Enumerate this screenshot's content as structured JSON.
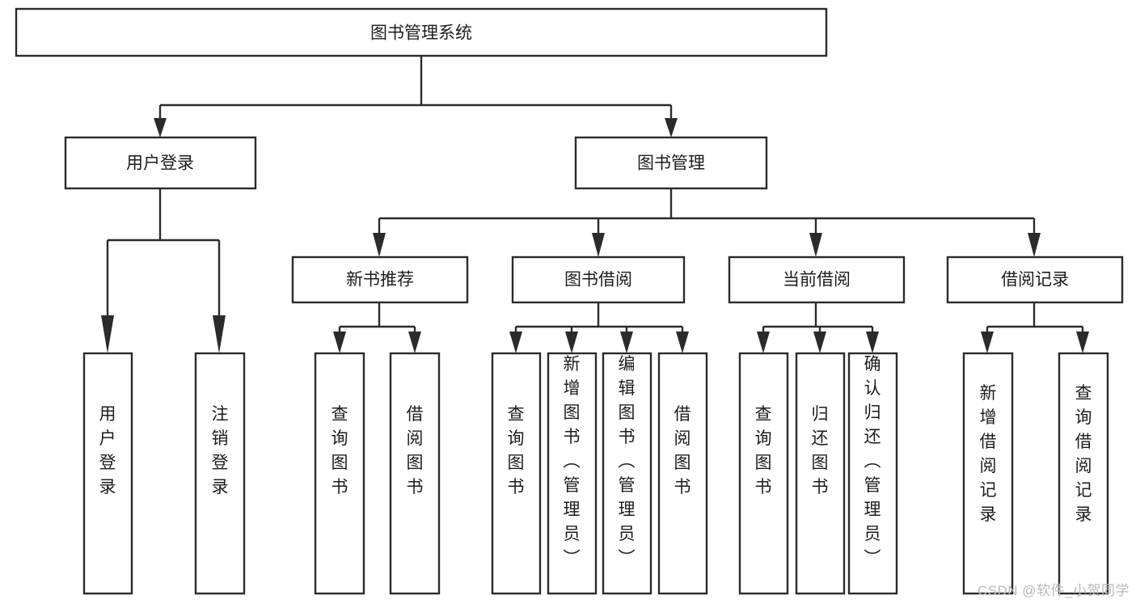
{
  "diagram": {
    "title": "图书管理系统",
    "type": "tree-hierarchy-diagram",
    "colors": {
      "stroke": "#2b2b2b",
      "fill": "#ffffff",
      "text": "#1c1c1c",
      "watermark": "#b9b9b9"
    },
    "root": {
      "label": "图书管理系统"
    },
    "level2": [
      {
        "label": "用户登录"
      },
      {
        "label": "图书管理"
      }
    ],
    "level3": [
      {
        "label": "新书推荐"
      },
      {
        "label": "图书借阅"
      },
      {
        "label": "当前借阅"
      },
      {
        "label": "借阅记录"
      }
    ],
    "leaves": {
      "user_login": [
        {
          "label": "用户登录"
        },
        {
          "label": "注销登录"
        }
      ],
      "new_book_recommend": [
        {
          "label": "查询图书"
        },
        {
          "label": "借阅图书"
        }
      ],
      "book_borrow": [
        {
          "label": "查询图书"
        },
        {
          "label": "新增图书（管理员）"
        },
        {
          "label": "编辑图书（管理员）"
        },
        {
          "label": "借阅图书"
        }
      ],
      "current_borrow": [
        {
          "label": "查询图书"
        },
        {
          "label": "归还图书"
        },
        {
          "label": "确认归还（管理员）"
        }
      ],
      "borrow_record": [
        {
          "label": "新增借阅记录"
        },
        {
          "label": "查询借阅记录"
        }
      ]
    }
  },
  "watermark": {
    "text": "CSDN @软件_小贺同学"
  }
}
